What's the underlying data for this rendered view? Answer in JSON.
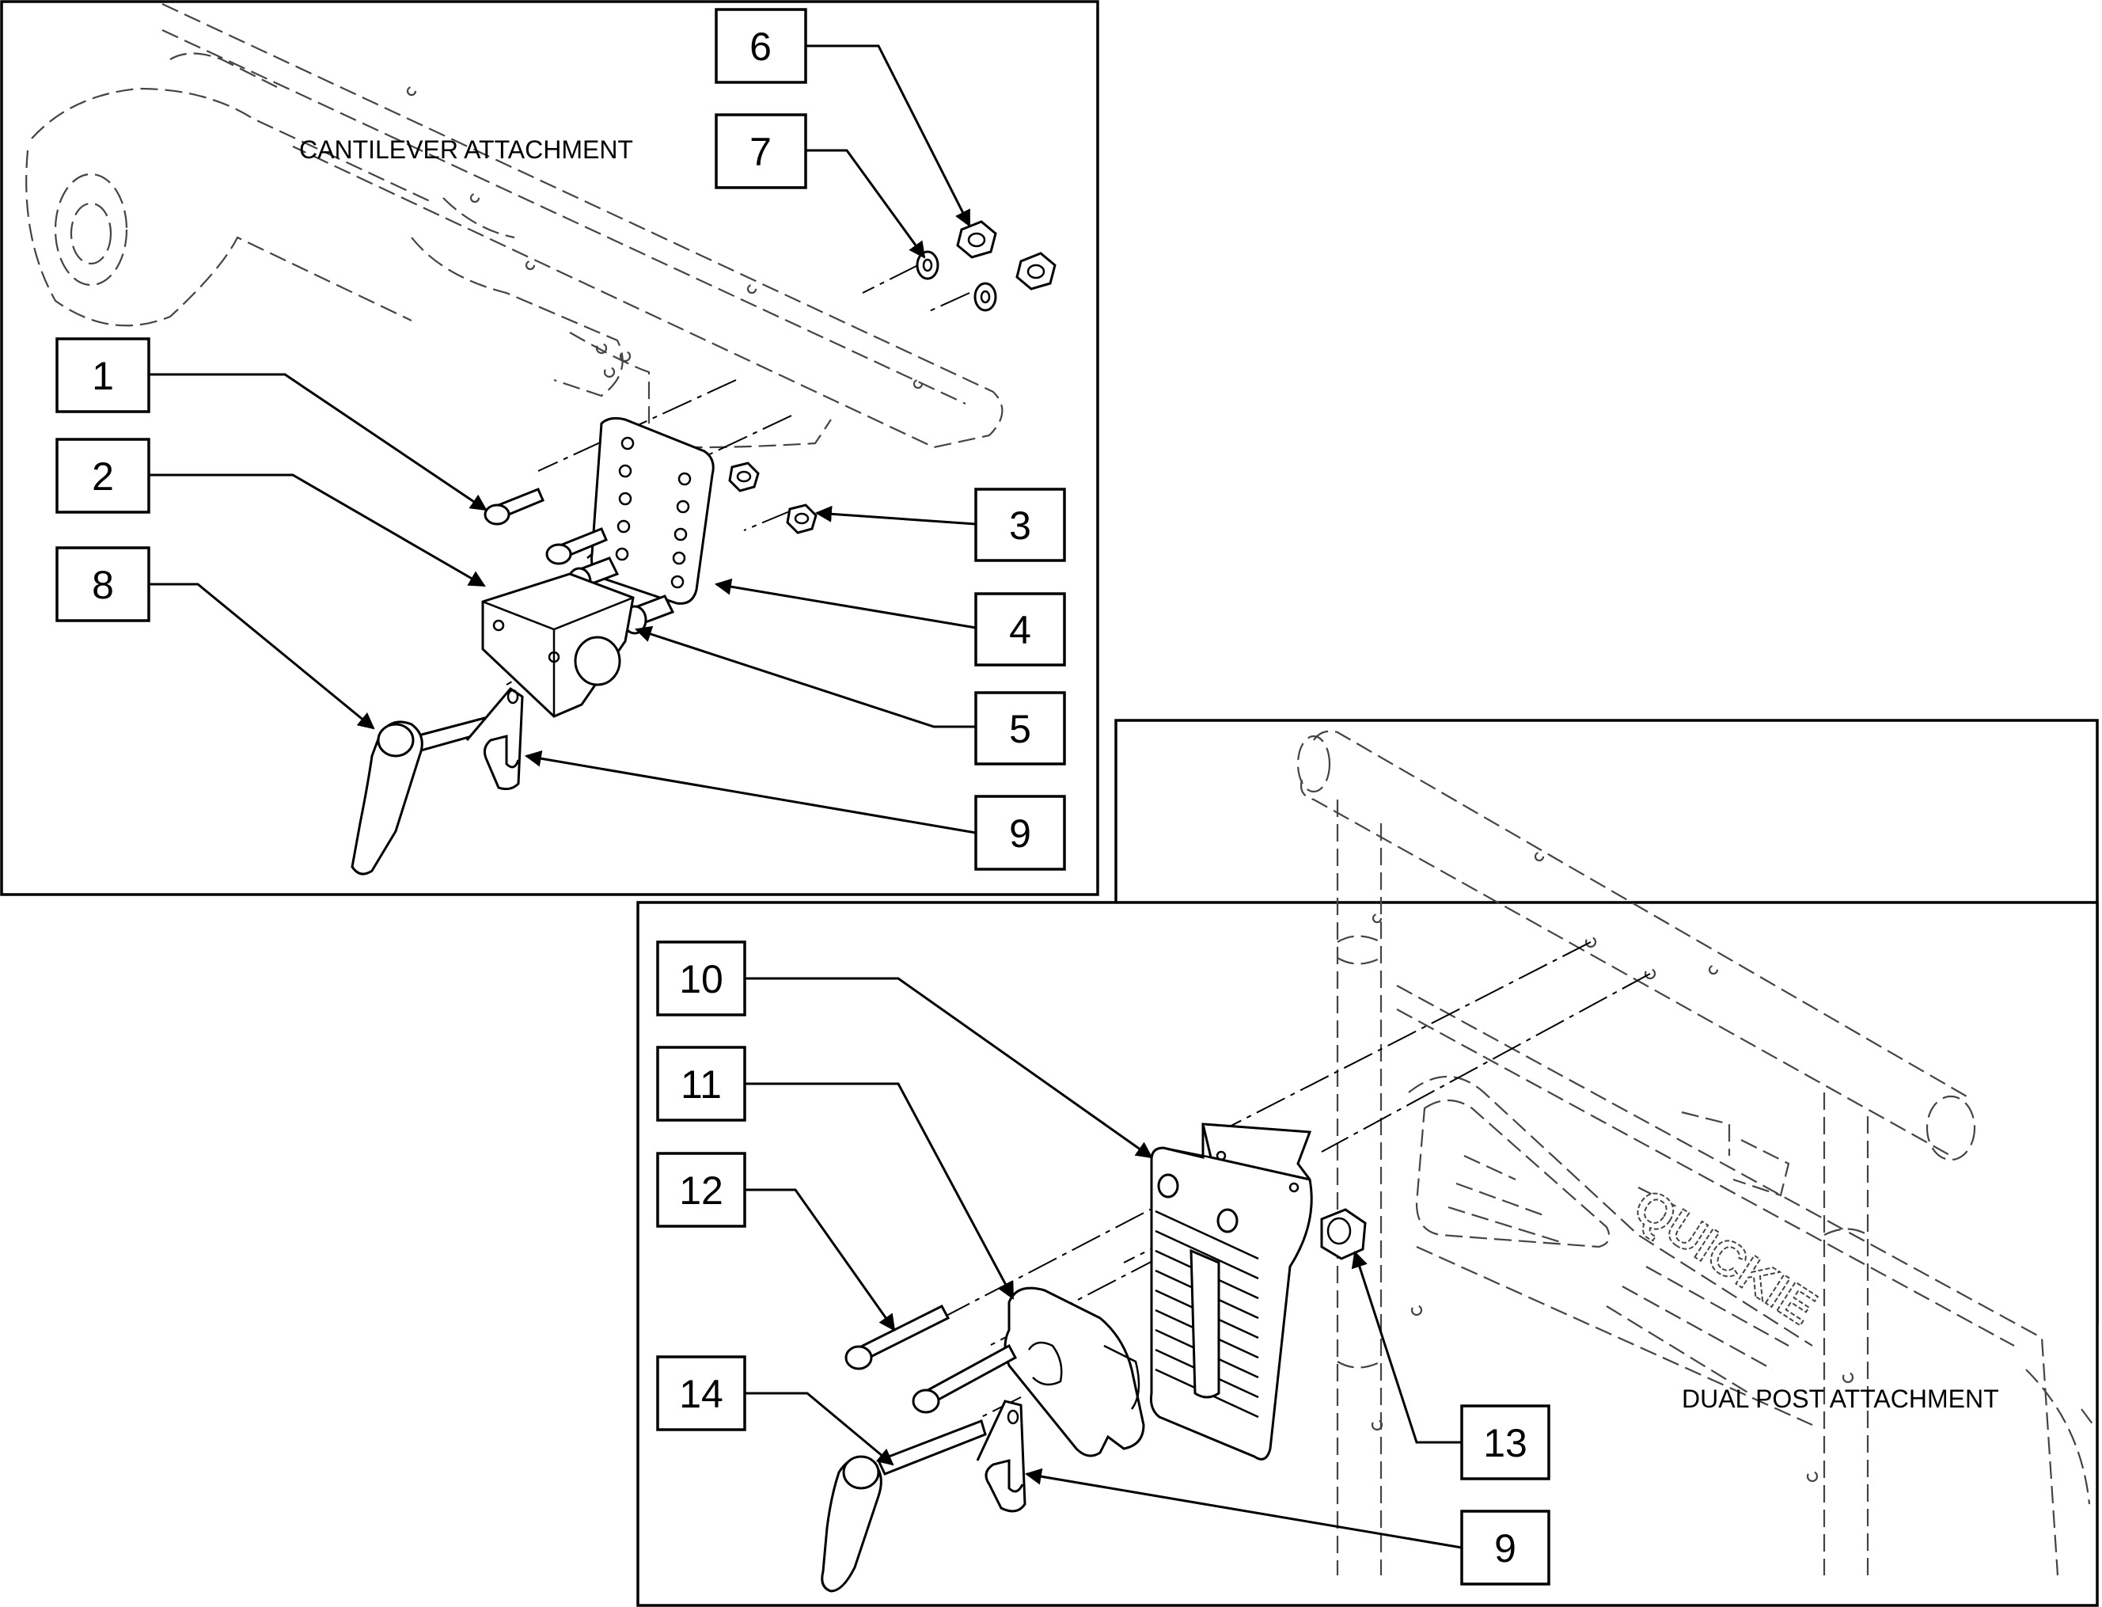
{
  "captions": {
    "cantilever": "CANTILEVER ATTACHMENT",
    "dual_post": "DUAL POST ATTACHMENT"
  },
  "callouts": [
    "1",
    "2",
    "3",
    "4",
    "5",
    "6",
    "7",
    "8",
    "9",
    "10",
    "11",
    "12",
    "13",
    "14",
    "9"
  ],
  "brand_logo_text": "QUICKIE"
}
